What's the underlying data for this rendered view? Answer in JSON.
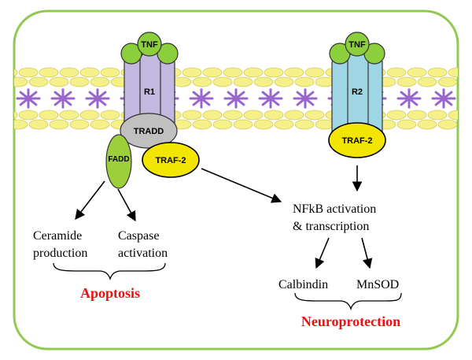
{
  "colors": {
    "frame": "#92c950",
    "lipid_head": "#f5f08a",
    "lipid_head_stroke": "#d4cc5a",
    "lipid_tail": "#9966cc",
    "r1_fill": "#c3b8e0",
    "r2_fill": "#9fd6e6",
    "tnf_fill": "#8ccf3c",
    "tradd_fill": "#c0c0c0",
    "fadd_fill": "#9ccf3a",
    "traf2_fill": "#f2e600",
    "emphasis_red": "#ee1111",
    "text": "#000000",
    "arrow": "#000000"
  },
  "complex_left": {
    "ligand": "TNF",
    "receptor": "R1",
    "adaptor": "TRADD",
    "fadd": "FADD",
    "traf": "TRAF-2"
  },
  "complex_right": {
    "ligand": "TNF",
    "receptor": "R2",
    "traf": "TRAF-2"
  },
  "outcomes": {
    "ceramide_line1": "Ceramide",
    "ceramide_line2": "production",
    "caspase_line1": "Caspase",
    "caspase_line2": "activation",
    "apoptosis": "Apoptosis",
    "nfkb_line1": "NFkB activation",
    "nfkb_line2": "& transcription",
    "calbindin": "Calbindin",
    "mnsod": "MnSOD",
    "neuroprotection": "Neuroprotection"
  },
  "icons": {
    "lipid": "lipid-bilayer-icon",
    "receptor": "receptor-trimer-icon",
    "ligand": "tnf-trimer-icon"
  }
}
